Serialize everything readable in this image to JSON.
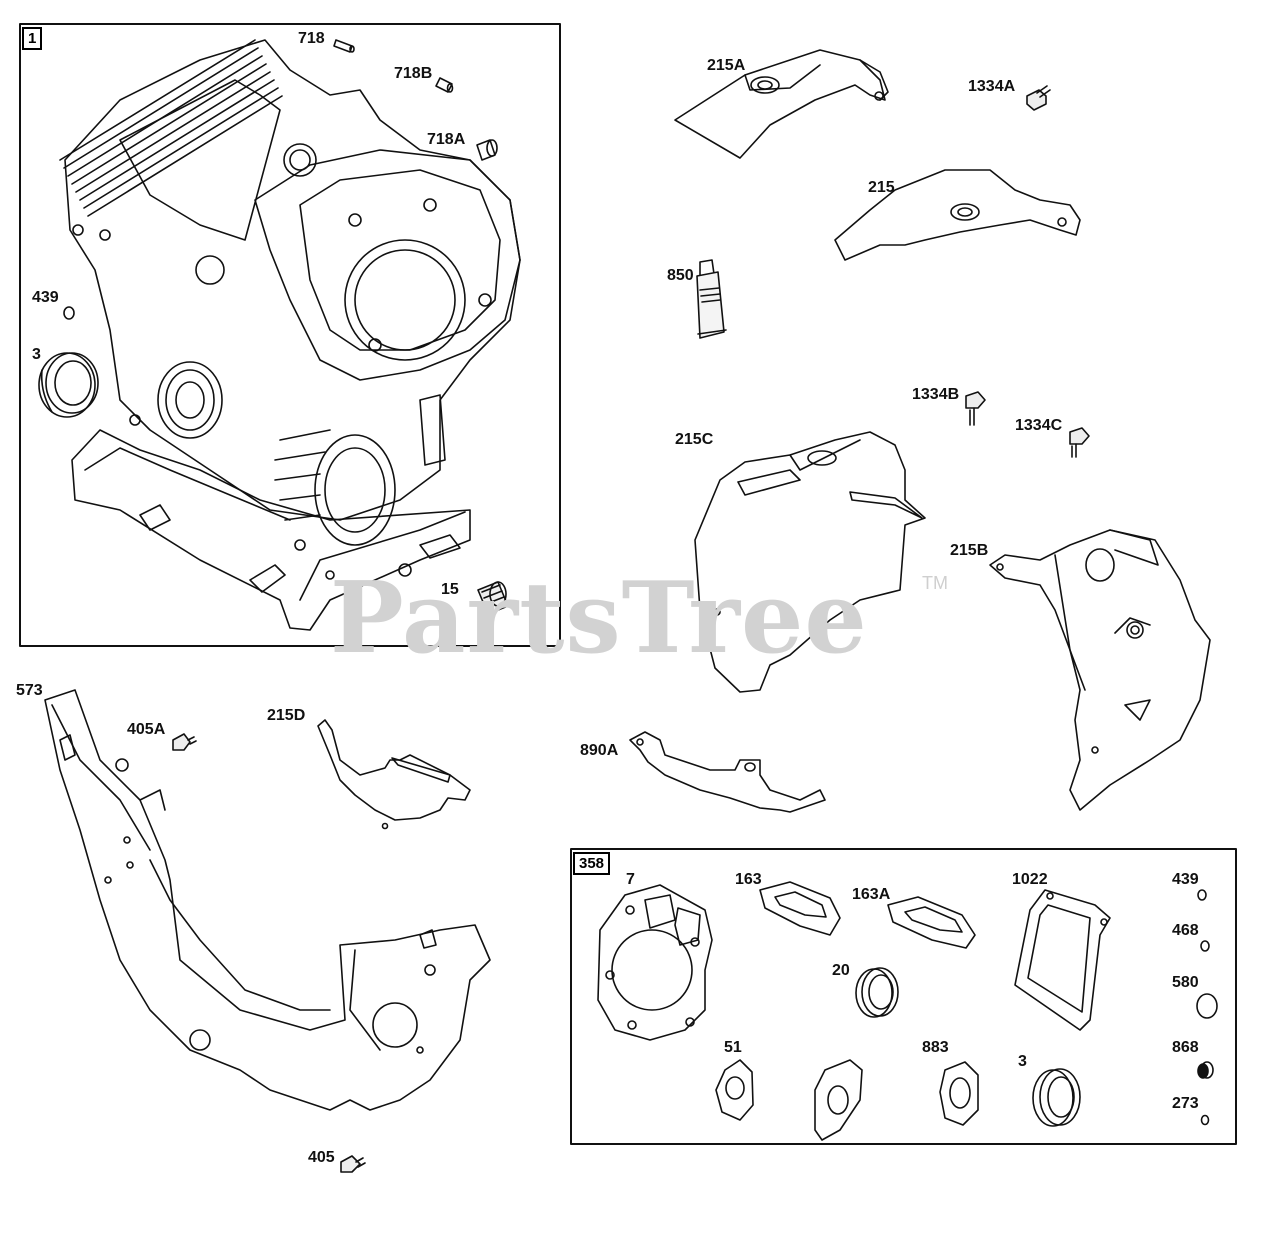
{
  "watermark": {
    "text": "PartsTree",
    "mark": "TM"
  },
  "boxes": {
    "engine_block": "1",
    "gasket_set": "358"
  },
  "labels": {
    "p718": "718",
    "p718B": "718B",
    "p718A": "718A",
    "p439": "439",
    "p3": "3",
    "p15": "15",
    "p215A": "215A",
    "p1334A": "1334A",
    "p215": "215",
    "p850": "850",
    "p1334B": "1334B",
    "p1334C": "1334C",
    "p215C": "215C",
    "p215B": "215B",
    "p890A": "890A",
    "p573": "573",
    "p405A": "405A",
    "p215D": "215D",
    "p405": "405",
    "g7": "7",
    "g163": "163",
    "g163A": "163A",
    "g1022": "1022",
    "g439": "439",
    "g468": "468",
    "g20": "20",
    "g580": "580",
    "g51": "51",
    "g883": "883",
    "g3": "3",
    "g868": "868",
    "g273": "273"
  }
}
